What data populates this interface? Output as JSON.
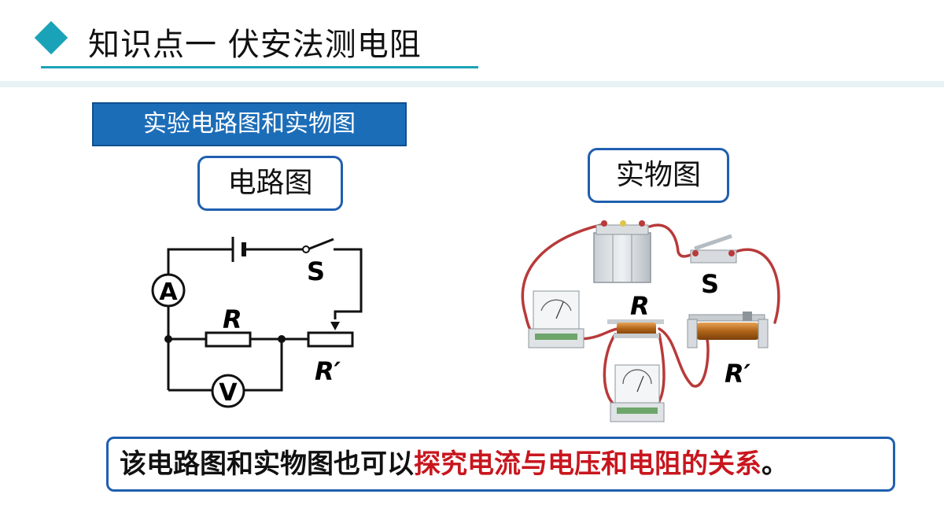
{
  "header": {
    "title": "知识点一  伏安法测电阻"
  },
  "section_label": "实验电路图和实物图",
  "circuit": {
    "caption": "电路图",
    "ammeter_symbol": "A",
    "voltmeter_symbol": "V",
    "switch_label": "S",
    "resistor_label": "R",
    "rheostat_label": "R′"
  },
  "physical": {
    "caption": "实物图",
    "switch_label": "S",
    "resistor_label": "R",
    "rheostat_label": "R′"
  },
  "conclusion": {
    "prefix": "该电路图和实物图也可以",
    "highlight": "探究电流与电压和电阻的关系",
    "suffix": "。"
  },
  "colors": {
    "accent": "#1aa3b8",
    "label_fill": "#1c6db8",
    "box_border": "#1f5fb0",
    "highlight": "#c8161e",
    "wire": "#b83a3a"
  }
}
